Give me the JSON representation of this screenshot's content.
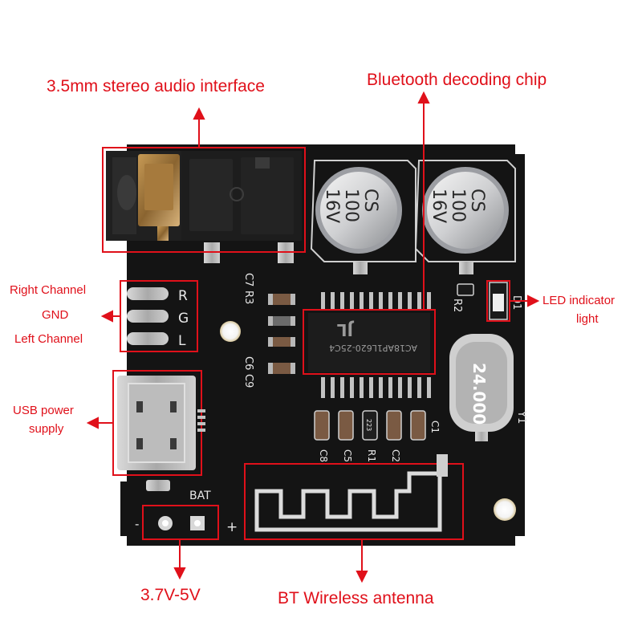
{
  "labels": {
    "audio_interface": "3.5mm stereo audio interface",
    "bt_chip": "Bluetooth decoding chip",
    "right_channel": "Right Channel",
    "gnd": "GND",
    "left_channel": "Left Channel",
    "usb_power_line1": "USB power",
    "usb_power_line2": "supply",
    "led_line1": "LED indicator",
    "led_line2": "light",
    "voltage": "3.7V-5V",
    "antenna": "BT Wireless antenna"
  },
  "board": {
    "cap_text": [
      "CS",
      "100",
      "16V"
    ],
    "chip_marking": "AC18AP1L620-25C4",
    "chip_logo": "JL",
    "crystal_marking": "24.000",
    "silk": {
      "r": "R",
      "g": "G",
      "l": "L",
      "c7": "C7",
      "r3": "R3",
      "c6": "C6",
      "c9": "C9",
      "r2": "R2",
      "d1": "D1",
      "y1": "Y1",
      "c8": "C8",
      "c5": "C5",
      "r1": "R1",
      "c2": "C2",
      "c1": "C1",
      "bat": "BAT",
      "minus": "-",
      "plus": "+",
      "res_code": "223"
    }
  },
  "colors": {
    "annotation": "#e0101a",
    "pcb": "#141414",
    "silk": "#e8e8e8"
  }
}
